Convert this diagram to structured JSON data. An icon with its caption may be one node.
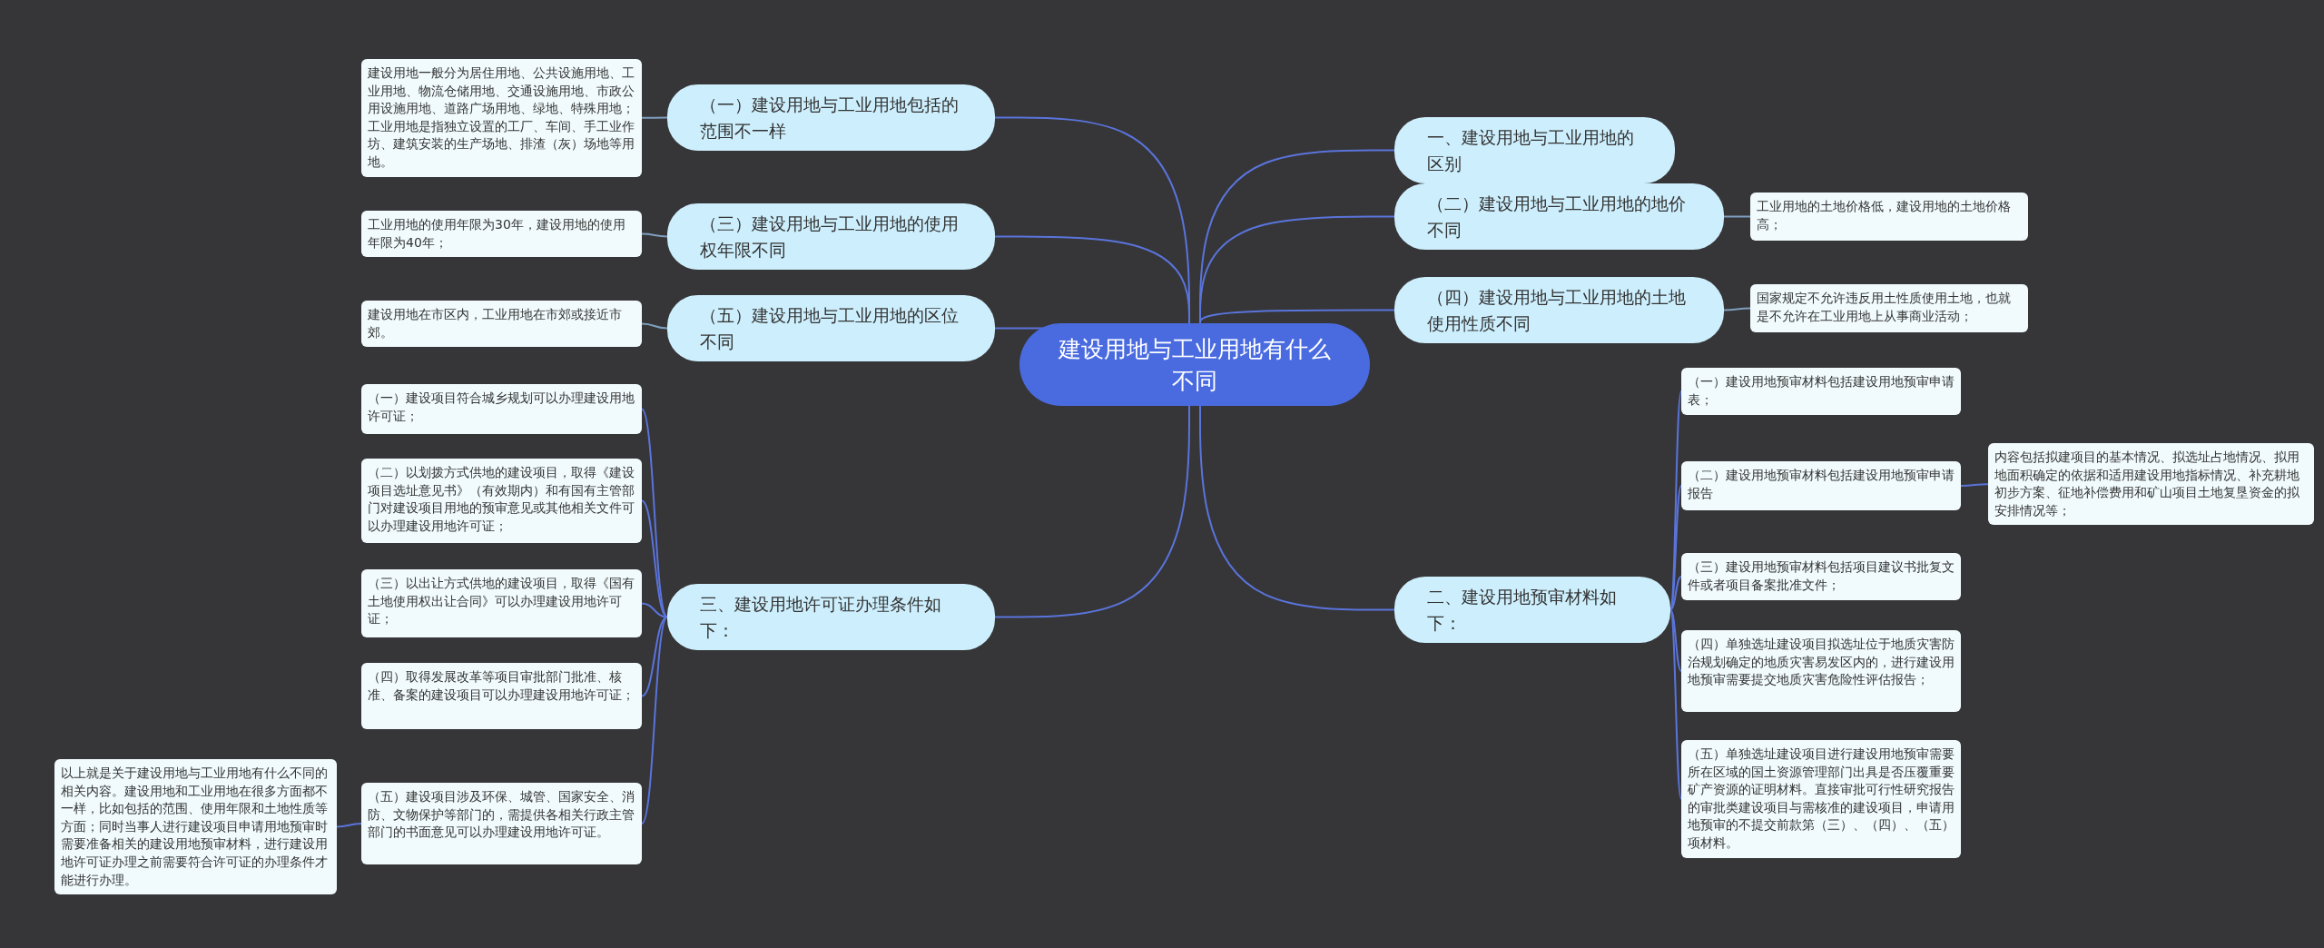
{
  "diagram": {
    "nodes": [
      {
        "text": [
          "建设用地与工业用地有什么不同"
        ]
      },
      {
        "text": [
          "（一）建设用地与工业用地包括的范围不一样"
        ]
      },
      {
        "text": [
          "建设用地一般分为居住用地、公共设施用地、工业用地、物流仓储用地、交通设施用地、市政公用设施用地、道路广场用地、绿地、特殊用地；工业用地是指独立设置的工厂、车间、手工业作坊、建筑安装的生产场地、排渣（灰）场地等用地。"
        ]
      },
      {
        "text": [
          "（三）建设用地与工业用地的使用权年限不同"
        ]
      },
      {
        "text": [
          "工业用地的使用年限为30年，建设用地的使用年限为40年；"
        ]
      },
      {
        "text": [
          "（五）建设用地与工业用地的区位不同"
        ]
      },
      {
        "text": [
          "建设用地在市区内，工业用地在市郊或接近市郊。"
        ]
      },
      {
        "text": [
          "三、建设用地许可证办理条件如下："
        ]
      },
      {
        "text": [
          "（一）建设项目符合城乡规划可以办理建设用地许可证；"
        ]
      },
      {
        "text": [
          "（二）以划拨方式供地的建设项目，取得《建设项目选址意见书》（有效期内）和有国有主管部门对建设项目用地的预审意见或其他相关文件可以办理建设用地许可证；"
        ]
      },
      {
        "text": [
          "（三）以出让方式供地的建设项目，取得《国有土地使用权出让合同》可以办理建设用地许可证；"
        ]
      },
      {
        "text": [
          "（四）取得发展改革等项目审批部门批准、核准、备案的建设项目可以办理建设用地许可证；"
        ]
      },
      {
        "text": [
          "（五）建设项目涉及环保、城管、国家安全、消防、文物保护等部门的，需提供各相关行政主管部门的书面意见可以办理建设用地许可证。"
        ]
      },
      {
        "text": [
          "以上就是关于建设用地与工业用地有什么不同的相关内容。建设用地和工业用地在很多方面都不一样，比如包括的范围、使用年限和土地性质等方面；同时当事人进行建设项目申请用地预审时需要准备相关的建设用地预审材料，进行建设用地许可证办理之前需要符合许可证的办理条件才能进行办理。"
        ]
      },
      {
        "text": [
          "一、建设用地与工业用地的区别"
        ]
      },
      {
        "text": [
          "（二）建设用地与工业用地的地价不同"
        ]
      },
      {
        "text": [
          "工业用地的土地价格低，建设用地的土地价格高；"
        ]
      },
      {
        "text": [
          "（四）建设用地与工业用地的土地使用性质不同"
        ]
      },
      {
        "text": [
          "国家规定不允许违反用土性质使用土地，也就是不允许在工业用地上从事商业活动；"
        ]
      },
      {
        "text": [
          "二、建设用地预审材料如下："
        ]
      },
      {
        "text": [
          "（一）建设用地预审材料包括建设用地预审申请表；"
        ]
      },
      {
        "text": [
          "（二）建设用地预审材料包括建设用地预审申请报告"
        ]
      },
      {
        "text": [
          "（三）建设用地预审材料包括项目建议书批复文件或者项目备案批准文件；"
        ]
      },
      {
        "text": [
          "（四）单独选址建设项目拟选址位于地质灾害防治规划确定的地质灾害易发区内的，进行建设用地预审需要提交地质灾害危险性评估报告；"
        ]
      },
      {
        "text": [
          "（五）单独选址建设项目进行建设用地预审需要所在区域的国土资源管理部门出具是否压覆重要矿产资源的证明材料。直接审批可行性研究报告的审批类建设项目与需核准的建设项目，申请用地预审的不提交前款第（三）、（四）、（五）项材料。"
        ]
      },
      {
        "text": [
          "内容包括拟建项目的基本情况、拟选址占地情况、拟用地面积确定的依据和适用建设用地指标情况、补充耕地初步方案、征地补偿费用和矿山项目土地复垦资金的拟安排情况等；"
        ]
      }
    ],
    "edges": [
      {
        "from": 0,
        "to": 1,
        "arrow": "none"
      },
      {
        "from": 1,
        "to": 2,
        "arrow": "none",
        "color": "#7f9fbf"
      },
      {
        "from": 0,
        "to": 3,
        "arrow": "none"
      },
      {
        "from": 3,
        "to": 4,
        "arrow": "none",
        "color": "#7f9fbf"
      },
      {
        "from": 0,
        "to": 5,
        "arrow": "none"
      },
      {
        "from": 5,
        "to": 6,
        "arrow": "none",
        "color": "#7f9fbf"
      },
      {
        "from": 0,
        "to": 7,
        "arrow": "none"
      },
      {
        "from": 7,
        "to": 8,
        "arrow": "none"
      },
      {
        "from": 7,
        "to": 9,
        "arrow": "none"
      },
      {
        "from": 7,
        "to": 10,
        "arrow": "none"
      },
      {
        "from": 7,
        "to": 11,
        "arrow": "none"
      },
      {
        "from": 7,
        "to": 12,
        "arrow": "none"
      },
      {
        "from": 12,
        "to": 13,
        "arrow": "none"
      },
      {
        "from": 0,
        "to": 14,
        "arrow": "none"
      },
      {
        "from": 0,
        "to": 15,
        "arrow": "none"
      },
      {
        "from": 15,
        "to": 16,
        "arrow": "none",
        "color": "#7f9fbf"
      },
      {
        "from": 0,
        "to": 17,
        "arrow": "none"
      },
      {
        "from": 17,
        "to": 18,
        "arrow": "none",
        "color": "#7f9fbf"
      },
      {
        "from": 0,
        "to": 19,
        "arrow": "none"
      },
      {
        "from": 19,
        "to": 20,
        "arrow": "none"
      },
      {
        "from": 19,
        "to": 21,
        "arrow": "none"
      },
      {
        "from": 19,
        "to": 22,
        "arrow": "none"
      },
      {
        "from": 19,
        "to": 23,
        "arrow": "none"
      },
      {
        "from": 19,
        "to": 24,
        "arrow": "none"
      },
      {
        "from": 21,
        "to": 25,
        "arrow": "none"
      }
    ]
  }
}
